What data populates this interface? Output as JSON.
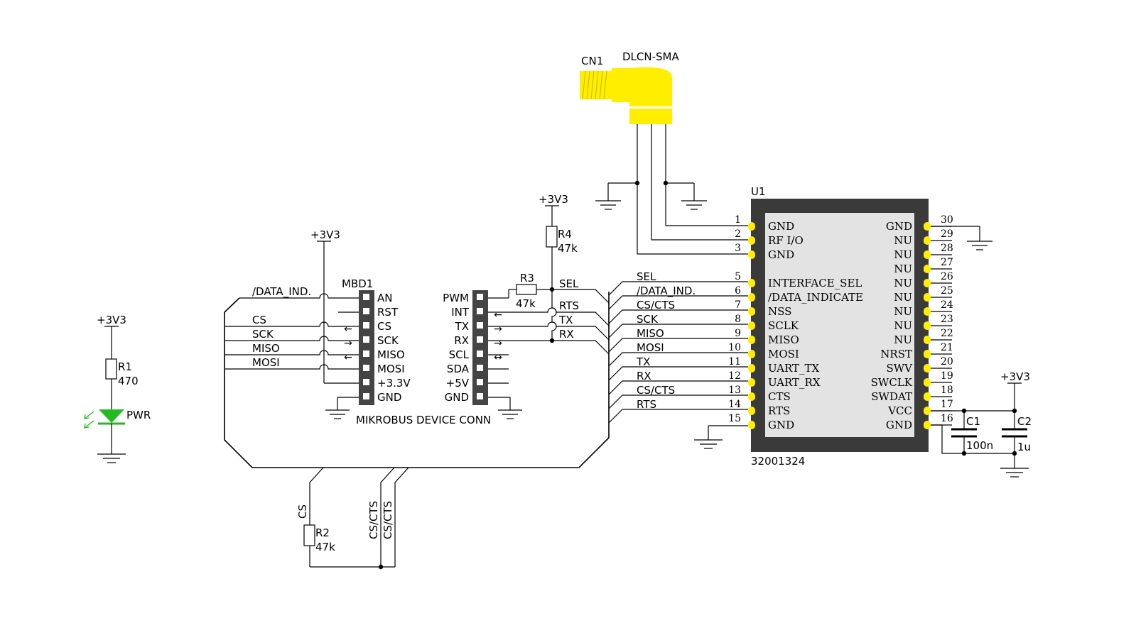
{
  "power": {
    "v3_label": "+3V3"
  },
  "led": {
    "r_ref": "R1",
    "r_val": "470",
    "led_name": "PWR",
    "color": "#22bb22"
  },
  "mbd": {
    "ref": "MBD1",
    "caption": "MIKROBUS DEVICE CONN",
    "left_pins": [
      "AN",
      "RST",
      "CS",
      "SCK",
      "MISO",
      "MOSI",
      "+3.3V",
      "GND"
    ],
    "right_pins": [
      "PWM",
      "INT",
      "TX",
      "RX",
      "SCL",
      "SDA",
      "+5V",
      "GND"
    ],
    "arrows_left": [
      "",
      "",
      "←",
      "→",
      "←",
      "",
      "",
      ""
    ],
    "arrows_right": [
      "",
      "←",
      "→",
      "→",
      "↔",
      "",
      "",
      ""
    ],
    "net_left": [
      "/DATA_IND.",
      "CS",
      "SCK",
      "MISO",
      "MOSI"
    ],
    "net_right": [
      "SEL",
      "RTS",
      "TX",
      "RX"
    ],
    "arrow_color": "#e53935"
  },
  "r3": {
    "ref": "R3",
    "val": "47k"
  },
  "r4": {
    "ref": "R4",
    "val": "47k"
  },
  "r2": {
    "ref": "R2",
    "val": "47k",
    "net_cs": "CS",
    "net_cts1": "CS/CTS",
    "net_cts2": "CS/CTS"
  },
  "bus_nets": [
    "SEL",
    "/DATA_IND.",
    "CS/CTS",
    "SCK",
    "MISO",
    "MOSI",
    "TX",
    "RX",
    "CS/CTS",
    "RTS"
  ],
  "connector": {
    "ref": "CN1",
    "name": "DLCN-SMA",
    "color": "#ffee00"
  },
  "u1": {
    "ref": "U1",
    "part": "32001324",
    "left_nums": [
      "1",
      "2",
      "3",
      "5",
      "6",
      "7",
      "8",
      "9",
      "10",
      "11",
      "12",
      "13",
      "14",
      "15"
    ],
    "left_names": [
      "GND",
      "RF I/O",
      "GND",
      "INTERFACE_SEL",
      "/DATA_INDICATE",
      "NSS",
      "SCLK",
      "MISO",
      "MOSI",
      "UART_TX",
      "UART_RX",
      "CTS",
      "RTS",
      "GND"
    ],
    "right_nums": [
      "30",
      "29",
      "28",
      "27",
      "26",
      "25",
      "24",
      "23",
      "22",
      "21",
      "20",
      "19",
      "18",
      "17",
      "16"
    ],
    "right_names": [
      "GND",
      "NU",
      "NU",
      "NU",
      "NU",
      "NU",
      "NU",
      "NU",
      "NU",
      "NRST",
      "SWV",
      "SWCLK",
      "SWDAT",
      "VCC",
      "GND"
    ],
    "pad_color": "#ffee00"
  },
  "caps": {
    "c1_ref": "C1",
    "c1_val": "100n",
    "c2_ref": "C2",
    "c2_val": "1u"
  }
}
